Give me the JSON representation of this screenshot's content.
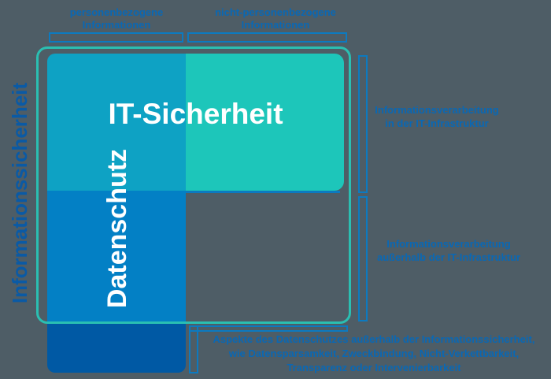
{
  "diagram": {
    "title": "Informationssicherheit",
    "top_labels": [
      {
        "line1": "personenbezogene",
        "line2": "Informationen"
      },
      {
        "line1": "nicht-personenbezogene",
        "line2": "Informationen"
      }
    ],
    "regions": {
      "it_sicherheit": "IT-Sicherheit",
      "datenschutz": "Datenschutz"
    },
    "right_labels": [
      {
        "line1": "Informationsverarbeitung",
        "line2": "in der IT-Infrastruktur"
      },
      {
        "line1": "Informationsverarbeitung",
        "line2": "außerhalb der IT-Infrastruktur"
      }
    ],
    "bottom_note": {
      "line1": "Aspekte des Datenschutzes außerhalb der Informationssicherheit,",
      "line2": "wie Datensparsamkeit, Zweckbindung, Nicht-Verkettbarkeit,",
      "line3": "Transparenz oder Intervenierbarkeit"
    },
    "colors": {
      "background": "#4e5d66",
      "outline_teal": "#2abfb2",
      "it_sicherheit_teal": "#1dc6ba",
      "overlap_cyan": "#0ea2c4",
      "datenschutz_blue": "#0380c5",
      "datenschutz_outside_blue": "#0059a4",
      "bracket_blue": "#0c7ac0",
      "label_blue": "#0a68b4",
      "title_blue": "#0a5aa5",
      "box_text_white": "#ffffff"
    }
  }
}
